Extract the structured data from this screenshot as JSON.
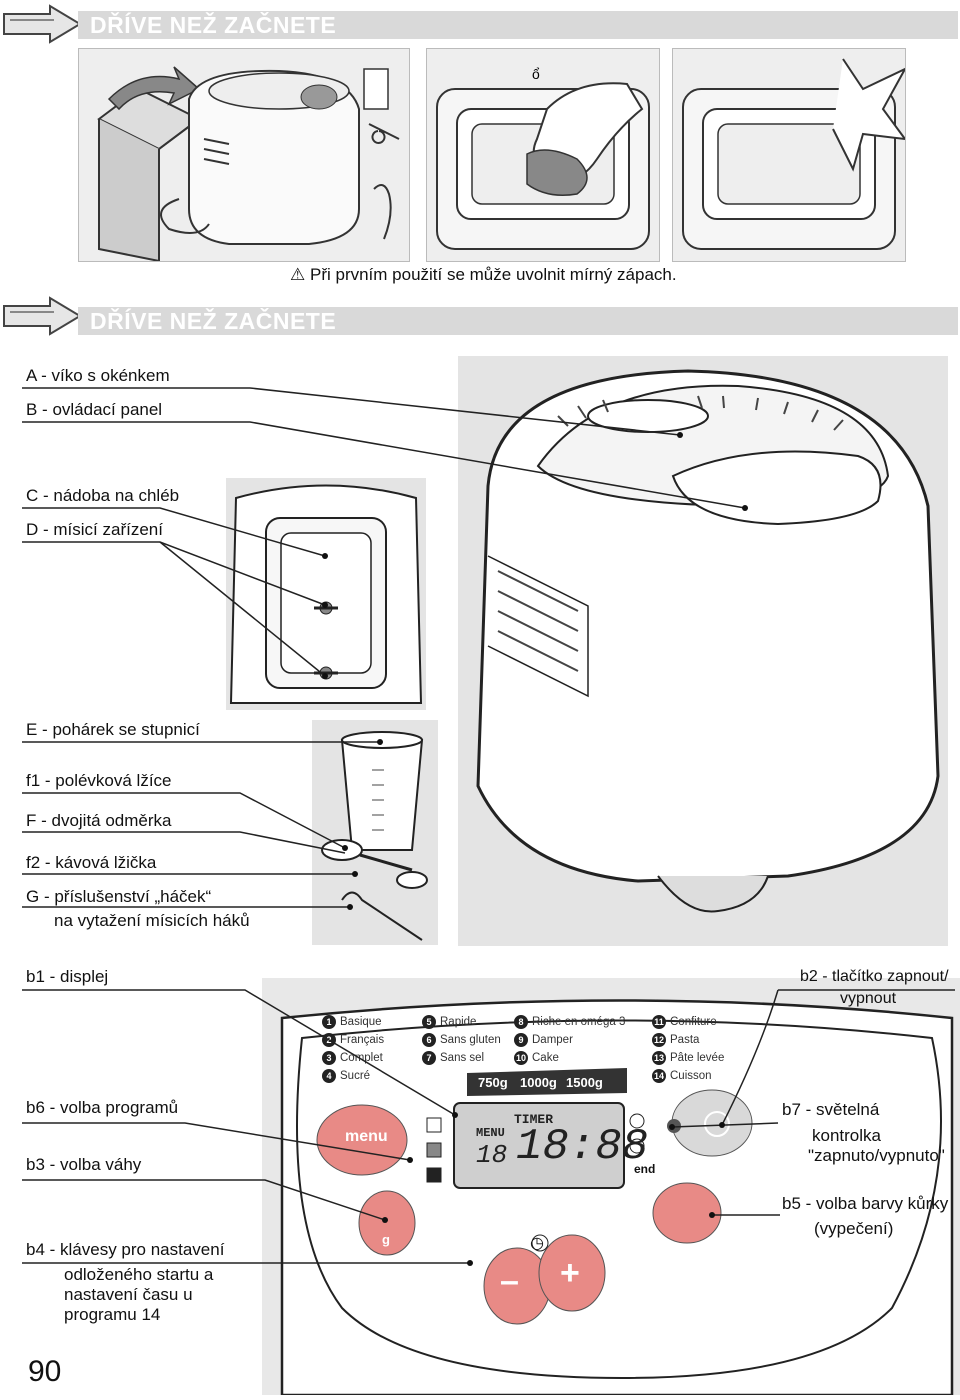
{
  "section1": {
    "title": "DŘÍVE NEŽ ZAČNETE"
  },
  "warning": {
    "text": "Při prvním použití se může uvolnit mírný zápach."
  },
  "section2": {
    "title": "DŘÍVE NEŽ ZAČNETE"
  },
  "labels": {
    "a": "A - víko s okénkem",
    "b": "B - ovládací panel",
    "c": "C - nádoba na chléb",
    "d": "D - mísicí zařízení",
    "e": "E - pohárek se stupnicí",
    "f1": "f1 - polévková lžíce",
    "f": "F - dvojitá odměrka",
    "f2": "f2 - kávová lžička",
    "g_line1": "G - příslušenství „háček“",
    "g_line2": "na vytažení mísicích háků",
    "b1": "b1 - displej",
    "b2_line1": "b2 - tlačítko zapnout/",
    "b2_line2": "vypnout",
    "b6": "b6 - volba programů",
    "b3": "b3 - volba váhy",
    "b4_line1": "b4 - klávesy pro nastavení",
    "b4_line2": "odloženého startu a",
    "b4_line3": "nastavení času u",
    "b4_line4": "programu 14",
    "b7_line1": "b7 - světelná",
    "b7_line2": "kontrolka",
    "b7_line3": "\"zapnuto/vypnuto\"",
    "b5_line1": "b5 - volba barvy kůrky",
    "b5_line2": "(vypečení)"
  },
  "panel": {
    "programs": [
      {
        "num": "1",
        "name": "Basique"
      },
      {
        "num": "2",
        "name": "Français"
      },
      {
        "num": "3",
        "name": "Complet"
      },
      {
        "num": "4",
        "name": "Sucré"
      },
      {
        "num": "5",
        "name": "Rapide"
      },
      {
        "num": "6",
        "name": "Sans gluten"
      },
      {
        "num": "7",
        "name": "Sans sel"
      },
      {
        "num": "8",
        "name": "Riche en oméga 3"
      },
      {
        "num": "9",
        "name": "Damper"
      },
      {
        "num": "10",
        "name": "Cake"
      },
      {
        "num": "11",
        "name": "Confiture"
      },
      {
        "num": "12",
        "name": "Pasta"
      },
      {
        "num": "13",
        "name": "Pâte levée"
      },
      {
        "num": "14",
        "name": "Cuisson"
      }
    ],
    "weights": [
      "750g",
      "1000g",
      "1500g"
    ],
    "menu_button": "menu",
    "weight_button": "g",
    "minus": "–",
    "plus": "+",
    "display": {
      "menu": "MENU",
      "timer": "TIMER",
      "program": "18",
      "time": "18:88",
      "end": "end"
    }
  },
  "page_number": "90",
  "colors": {
    "banner": "#d9d9d9",
    "button": "#e88a86",
    "panel_line": "#222222"
  }
}
